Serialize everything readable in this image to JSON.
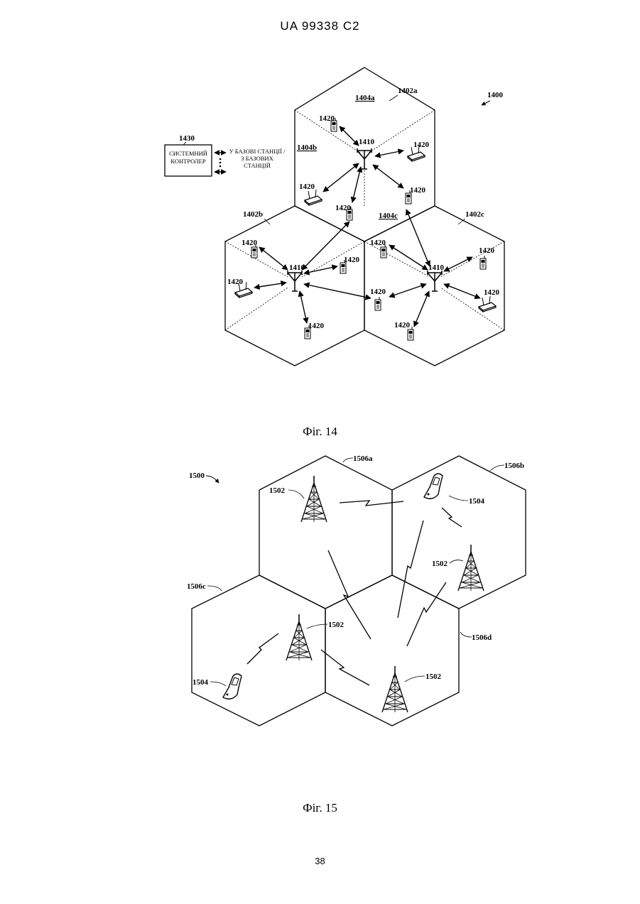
{
  "header": {
    "text": "UA   99338   C2"
  },
  "figure14": {
    "caption": "Фіг. 14",
    "system_ref": "1400",
    "controller": {
      "ref": "1430",
      "line1": "СИСТЕМНИЙ",
      "line2": "КОНТРОЛЕР"
    },
    "to_from_bs": {
      "line1": "У БАЗОВІ СТАНЦІЇ /",
      "line2": "З БАЗОВИХ",
      "line3": "СТАНЦІЙ"
    },
    "cells": {
      "a": "1402a",
      "b": "1402b",
      "c": "1402c"
    },
    "sectors": {
      "a": "1404a",
      "b": "1404b",
      "c": "1404c"
    },
    "base_station": "1410",
    "terminal": "1420"
  },
  "figure15": {
    "caption": "Фіг. 15",
    "system_ref": "1500",
    "cells": {
      "a": "1506a",
      "b": "1506b",
      "c": "1506c",
      "d": "1506d"
    },
    "tower": "1502",
    "mobile": "1504"
  },
  "page_number": "38"
}
